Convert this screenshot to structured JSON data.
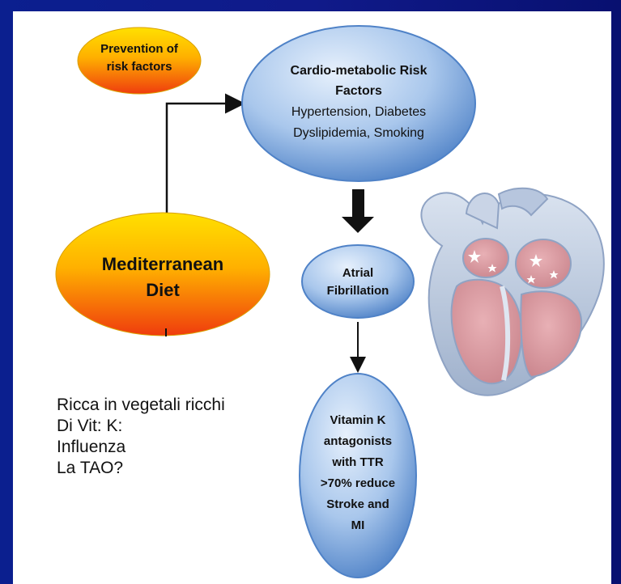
{
  "nodes": {
    "prevention": {
      "lines": [
        "Prevention of",
        "risk factors"
      ]
    },
    "cardio": {
      "title_lines": [
        "Cardio-metabolic Risk",
        "Factors"
      ],
      "detail_lines": [
        "Hypertension, Diabetes",
        "Dyslipidemia, Smoking"
      ]
    },
    "mediterranean": {
      "lines": [
        "Mediterranean",
        "Diet"
      ]
    },
    "atrial": {
      "lines": [
        "Atrial",
        "Fibrillation"
      ]
    },
    "vitamin": {
      "lines": [
        "Vitamin K",
        "antagonists",
        "with TTR",
        ">70% reduce",
        "Stroke and",
        "MI"
      ]
    }
  },
  "notes": {
    "lines": [
      "Ricca in vegetali ricchi",
      "Di Vit: K:",
      "Influenza",
      "La TAO?"
    ]
  },
  "colors": {
    "slide_background": "#0b1f8f",
    "panel_background": "#ffffff",
    "warm_gradient_top": "#ffe000",
    "warm_gradient_bottom": "#ef3c0e",
    "blue_gradient_light": "#dcebfb",
    "blue_gradient_dark": "#4f82c7",
    "arrow": "#111111"
  },
  "icons": {
    "heart_illustration": "heart-cross-section-icon"
  }
}
